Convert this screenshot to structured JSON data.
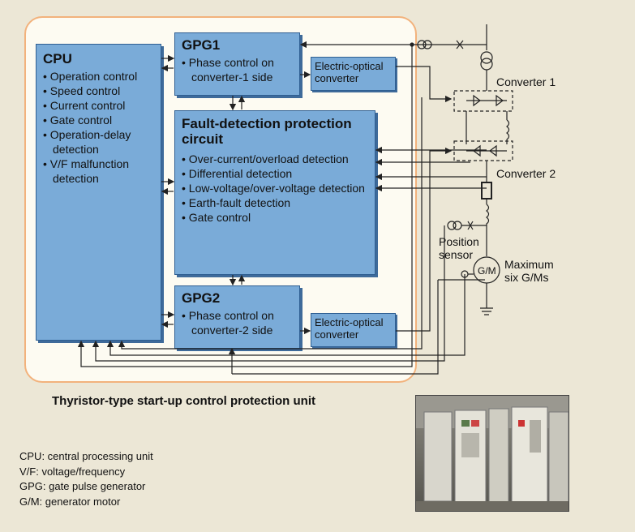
{
  "cpu": {
    "title": "CPU",
    "items": [
      "Operation control",
      "Speed control",
      "Current control",
      "Gate control",
      "Operation-delay detection",
      "V/F malfunction detection"
    ]
  },
  "gpg1": {
    "title": "GPG1",
    "items": [
      "Phase control on converter-1 side"
    ]
  },
  "gpg2": {
    "title": "GPG2",
    "items": [
      "Phase control on converter-2 side"
    ]
  },
  "fault": {
    "title": "Fault-detection protection circuit",
    "items": [
      "Over-current/overload detection",
      "Differential detection",
      "Low-voltage/over-voltage detection",
      "Earth-fault detection",
      "Gate control"
    ]
  },
  "eo1": "Electric-optical converter",
  "eo2": "Electric-optical converter",
  "labels": {
    "converter1": "Converter 1",
    "converter2": "Converter 2",
    "position_sensor": "Position sensor",
    "machine": "G/M",
    "machines_note": "Maximum six G/Ms"
  },
  "caption": "Thyristor-type start-up control protection unit",
  "legend": [
    "CPU: central processing unit",
    "V/F: voltage/frequency",
    "GPG: gate pulse generator",
    "G/M: generator motor"
  ],
  "colors": {
    "block": "#7aabd8",
    "frame_border": "#f2b27c",
    "background": "#ece7d6"
  }
}
